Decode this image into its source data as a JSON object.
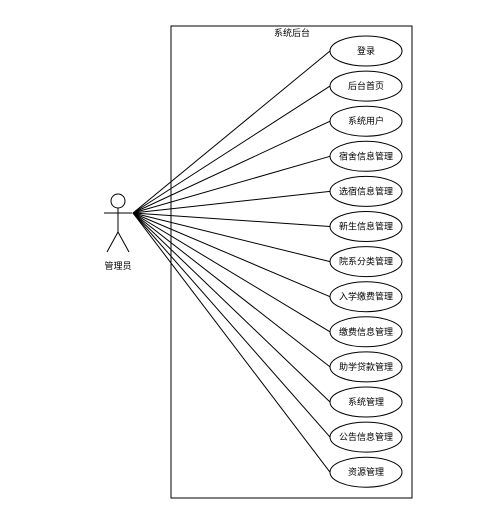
{
  "diagram": {
    "system_title": "系统后台",
    "actor": {
      "label": "管理员"
    },
    "use_cases": [
      {
        "label": "登录"
      },
      {
        "label": "后台首页"
      },
      {
        "label": "系统用户"
      },
      {
        "label": "宿舍信息管理"
      },
      {
        "label": "选宿信息管理"
      },
      {
        "label": "新生信息管理"
      },
      {
        "label": "院系分类管理"
      },
      {
        "label": "入学缴费管理"
      },
      {
        "label": "缴费信息管理"
      },
      {
        "label": "助学贷款管理"
      },
      {
        "label": "系统管理"
      },
      {
        "label": "公告信息管理"
      },
      {
        "label": "资源管理"
      }
    ]
  }
}
